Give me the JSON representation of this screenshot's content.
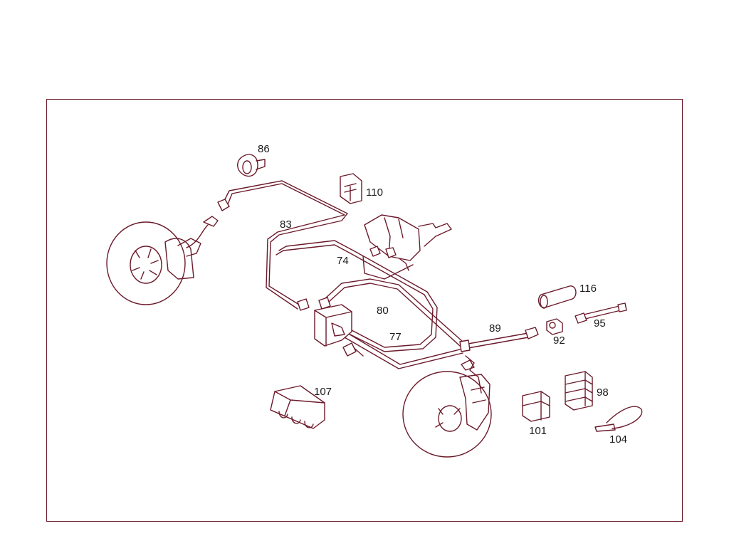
{
  "diagram": {
    "labels": {
      "p86": "86",
      "p110": "110",
      "p83": "83",
      "p74": "74",
      "p80": "80",
      "p77": "77",
      "p89": "89",
      "p116": "116",
      "p92": "92",
      "p95": "95",
      "p98": "98",
      "p101": "101",
      "p104": "104",
      "p107": "107"
    }
  }
}
